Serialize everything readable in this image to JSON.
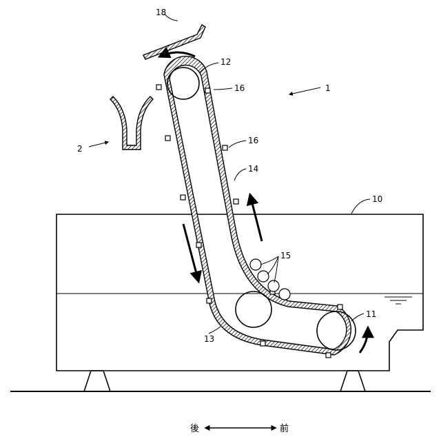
{
  "labels": {
    "conveyor": "1",
    "chute": "2",
    "tank": "10",
    "front_pulley": "11",
    "head_pulley": "12",
    "bend_pulley": "13",
    "belt": "14",
    "objects": "15",
    "cleat_upper": "16",
    "cleat_lower": "16",
    "scraper": "18"
  },
  "direction": {
    "back": "後",
    "front": "前"
  }
}
